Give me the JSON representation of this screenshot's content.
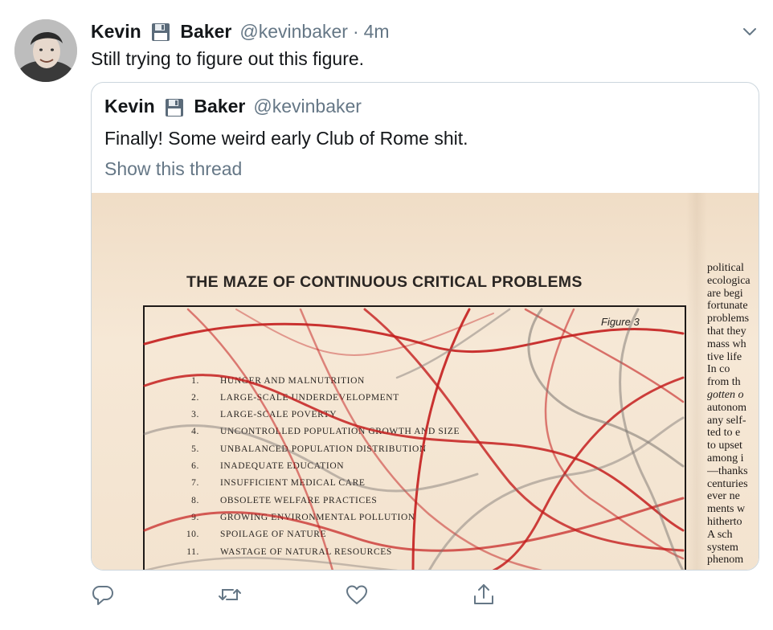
{
  "tweet": {
    "author_first": "Kevin",
    "author_last": "Baker",
    "handle": "@kevinbaker",
    "separator": "·",
    "time": "4m",
    "text": "Still trying to figure out this figure."
  },
  "quoted": {
    "author_first": "Kevin",
    "author_last": "Baker",
    "handle": "@kevinbaker",
    "text": "Finally! Some weird early Club of Rome shit.",
    "thread_link": "Show this thread"
  },
  "photo": {
    "title": "THE MAZE OF CONTINUOUS CRITICAL PROBLEMS",
    "figure_label": "Figure 3",
    "problems": [
      {
        "num": "1.",
        "text": "HUNGER AND MALNUTRITION"
      },
      {
        "num": "2.",
        "text": "LARGE-SCALE UNDERDEVELOPMENT"
      },
      {
        "num": "3.",
        "text": "LARGE-SCALE POVERTY"
      },
      {
        "num": "4.",
        "text": "UNCONTROLLED POPULATION GROWTH AND SIZE"
      },
      {
        "num": "5.",
        "text": "UNBALANCED POPULATION DISTRIBUTION"
      },
      {
        "num": "6.",
        "text": "INADEQUATE EDUCATION"
      },
      {
        "num": "7.",
        "text": "INSUFFICIENT MEDICAL CARE"
      },
      {
        "num": "8.",
        "text": "OBSOLETE WELFARE PRACTICES"
      },
      {
        "num": "9.",
        "text": "GROWING ENVIRONMENTAL POLLUTION"
      },
      {
        "num": "10.",
        "text": "SPOILAGE OF NATURE"
      },
      {
        "num": "11.",
        "text": "WASTAGE OF NATURAL RESOURCES"
      }
    ],
    "column_lines": [
      "political",
      "ecologica",
      "are begi",
      "fortunate",
      "problems",
      "that they",
      "mass wh",
      "tive life",
      "In co",
      "from th",
      "gotten o",
      "autonom",
      "any self-",
      "ted to e",
      "to upset",
      "among i",
      "—thanks",
      "centuries",
      "ever ne",
      "ments w",
      "hitherto",
      "A sch",
      "system",
      "phenom"
    ]
  },
  "actions": {
    "reply": "reply-icon",
    "retweet": "retweet-icon",
    "like": "heart-icon",
    "share": "share-icon"
  },
  "colors": {
    "text": "#14171a",
    "secondary": "#657786",
    "border": "#ccd6dd",
    "maze_red": "#c41e1e",
    "maze_gray": "#7a7470"
  }
}
